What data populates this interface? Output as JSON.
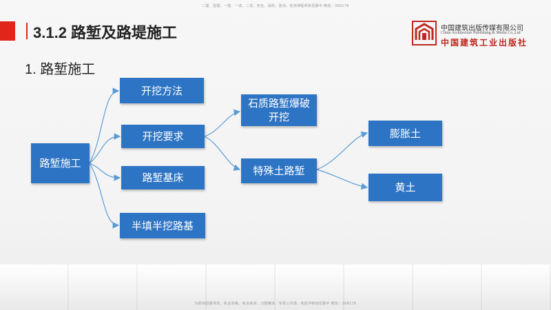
{
  "header_note": "二建、监理、一建、一造、二造、安全、消防、咨询、检测课程师资招募中 微信：368178",
  "footer_note": "为即将招募师资、执业资格、考点串讲、习题精讲、专项三月通、考前冲刺班招募中 微信：368178",
  "title": "3.1.2 路堑及路堤施工",
  "section": "1. 路堑施工",
  "logo": {
    "name_cn": "中国建筑出版传媒有限公司",
    "name_en": "China Architecture Publishing & Media Co.,Ltd",
    "brand": "中国建筑工业出版社"
  },
  "nodes": {
    "root": "路堑施工",
    "method": "开挖方法",
    "requirement": "开挖要求",
    "bed": "路堑基床",
    "half": "半填半挖路基",
    "rock": "石质路堑爆破\n开挖",
    "special": "特殊土路堑",
    "swelling": "膨胀土",
    "loess": "黄土"
  },
  "colors": {
    "node_fill": "#2e74c4",
    "connector": "#5b9bd5",
    "accent": "#e1251b"
  }
}
